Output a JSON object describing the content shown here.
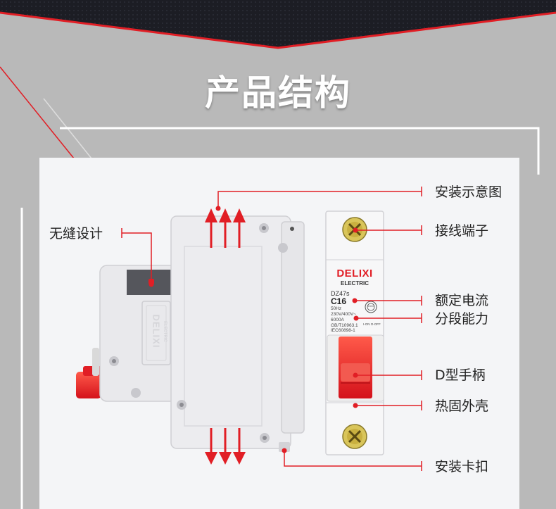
{
  "colors": {
    "accent_red": "#e11e25",
    "background_gray": "#b9b9b9",
    "panel_white": "#f4f5f7",
    "header_dark": "#1c1d24"
  },
  "header": {
    "title": "产品结构"
  },
  "product": {
    "brand": "DELIXI",
    "brand_sub": "ELECTRIC",
    "model": "DZ47s",
    "rating": "C16",
    "freq": "50Hz",
    "voltage": "230V/400V~",
    "breaking": "6000A",
    "std1": "GB/T10963.1",
    "std2": "IEC60898-1",
    "on_off": "I-ON O-OFF",
    "cert": "CCC"
  },
  "callouts": {
    "diagram": "安装示意图",
    "seamless": "无缝设计",
    "terminal": "接线端子",
    "rated_current": "额定电流",
    "breaking_capacity": "分段能力",
    "handle": "D型手柄",
    "housing": "热固外壳",
    "clip": "安装卡扣"
  }
}
